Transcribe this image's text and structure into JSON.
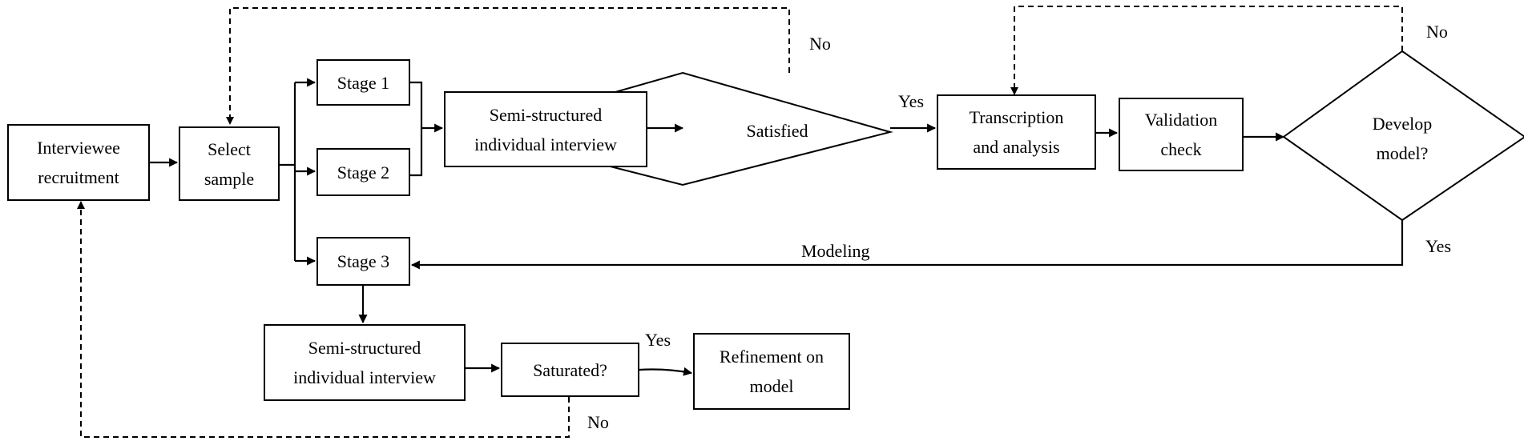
{
  "nodes": {
    "interviewee_recruitment": "Interviewee\nrecruitment",
    "select_sample": "Select\nsample",
    "stage1": "Stage 1",
    "stage2": "Stage 2",
    "stage3": "Stage 3",
    "semi_structured_top": "Semi-structured\nindividual interview",
    "satisfied": "Satisfied",
    "transcription": "Transcription\nand analysis",
    "validation": "Validation\ncheck",
    "develop_model": "Develop\nmodel?",
    "semi_structured_bottom": "Semi-structured\nindividual interview",
    "saturated": "Saturated?",
    "refinement": "Refinement on\nmodel"
  },
  "edge_labels": {
    "satisfied_no": "No",
    "satisfied_yes": "Yes",
    "develop_no": "No",
    "develop_yes": "Yes",
    "modeling": "Modeling",
    "saturated_yes": "Yes",
    "saturated_no": "No"
  }
}
